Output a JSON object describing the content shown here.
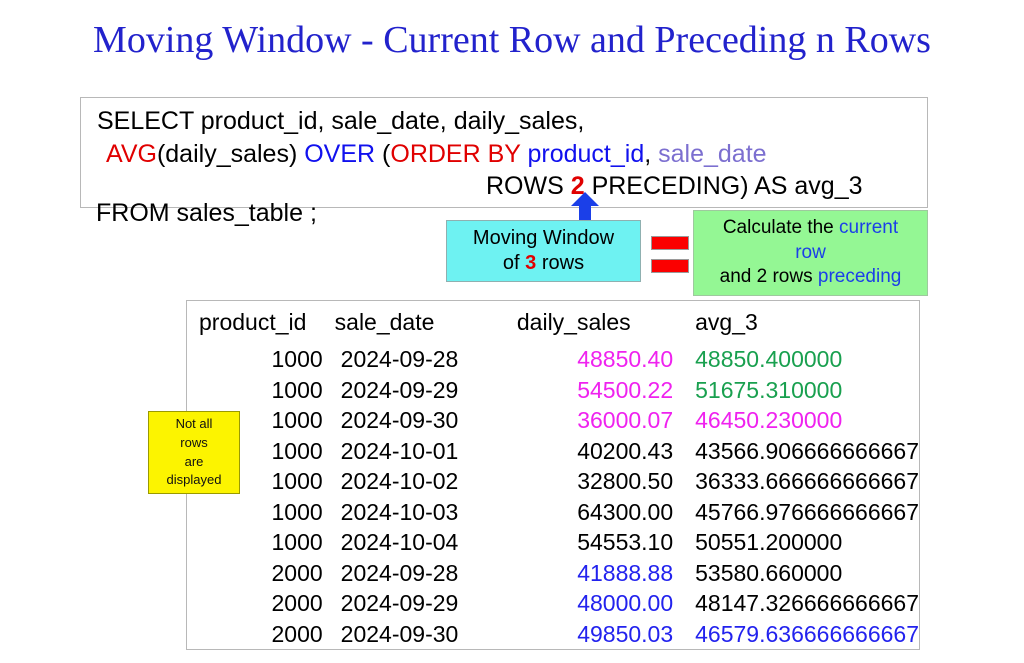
{
  "title": "Moving Window - Current Row and Preceding n Rows",
  "sql": {
    "line1": "SELECT product_id, sale_date, daily_sales,",
    "line2": {
      "avg": "AVG",
      "open_paren": "(daily_sales) ",
      "over": "OVER",
      "paren2": " (",
      "order_by": "ORDER BY",
      "space": " ",
      "product_id": "product_id",
      "comma": ", ",
      "sale_date": "sale_date"
    },
    "line3": {
      "rows": "ROWS ",
      "n": "2",
      "tail": " PRECEDING) AS avg_3"
    },
    "line4": "FROM  sales_table ;"
  },
  "callouts": {
    "moving_window": {
      "line1": "Moving Window",
      "of": "of ",
      "count": "3",
      "rows": " rows"
    },
    "equals": "=",
    "calculate": {
      "part1": "Calculate the ",
      "highlight1": "current",
      "highlight2": "row",
      "part2": "and 2 rows ",
      "highlight3": "preceding"
    }
  },
  "note": {
    "line1": "Not all",
    "line2": "rows",
    "line3": "are",
    "line4": "displayed"
  },
  "table": {
    "headers": [
      "product_id",
      "sale_date",
      "daily_sales",
      "avg_3"
    ],
    "rows": [
      {
        "product_id": "1000",
        "sale_date": "2024-09-28",
        "daily_sales": "48850.40",
        "daily_sales_color": "c-magenta",
        "avg_3": "48850.400000",
        "avg_3_color": "c-green"
      },
      {
        "product_id": "1000",
        "sale_date": "2024-09-29",
        "daily_sales": "54500.22",
        "daily_sales_color": "c-magenta",
        "avg_3": "51675.310000",
        "avg_3_color": "c-green"
      },
      {
        "product_id": "1000",
        "sale_date": "2024-09-30",
        "daily_sales": "36000.07",
        "daily_sales_color": "c-magenta",
        "avg_3": "46450.230000",
        "avg_3_color": "c-magenta"
      },
      {
        "product_id": "1000",
        "sale_date": "2024-10-01",
        "daily_sales": "40200.43",
        "daily_sales_color": "c-black",
        "avg_3": "43566.906666666667",
        "avg_3_color": "c-black"
      },
      {
        "product_id": "1000",
        "sale_date": "2024-10-02",
        "daily_sales": "32800.50",
        "daily_sales_color": "c-black",
        "avg_3": "36333.666666666667",
        "avg_3_color": "c-black"
      },
      {
        "product_id": "1000",
        "sale_date": "2024-10-03",
        "daily_sales": "64300.00",
        "daily_sales_color": "c-black",
        "avg_3": "45766.976666666667",
        "avg_3_color": "c-black"
      },
      {
        "product_id": "1000",
        "sale_date": "2024-10-04",
        "daily_sales": "54553.10",
        "daily_sales_color": "c-black",
        "avg_3": "50551.200000",
        "avg_3_color": "c-black"
      },
      {
        "product_id": "2000",
        "sale_date": "2024-09-28",
        "daily_sales": "41888.88",
        "daily_sales_color": "c-blue",
        "avg_3": "53580.660000",
        "avg_3_color": "c-black"
      },
      {
        "product_id": "2000",
        "sale_date": "2024-09-29",
        "daily_sales": "48000.00",
        "daily_sales_color": "c-blue",
        "avg_3": "48147.326666666667",
        "avg_3_color": "c-black"
      },
      {
        "product_id": "2000",
        "sale_date": "2024-09-30",
        "daily_sales": "49850.03",
        "daily_sales_color": "c-blue",
        "avg_3": "46579.636666666667",
        "avg_3_color": "c-blue"
      }
    ]
  },
  "colors": {
    "title": "#2222cc",
    "keyword_red": "#e00000",
    "keyword_blue": "#1111ee",
    "keyword_purple": "#7c6fd0",
    "cyan_box": "#6ef2f2",
    "green_box": "#94f794",
    "yellow_note": "#fcf400",
    "equals_red": "#fb0000",
    "magenta": "#ef22ef",
    "green_text": "#19a04f",
    "blue_text": "#2222ee"
  }
}
